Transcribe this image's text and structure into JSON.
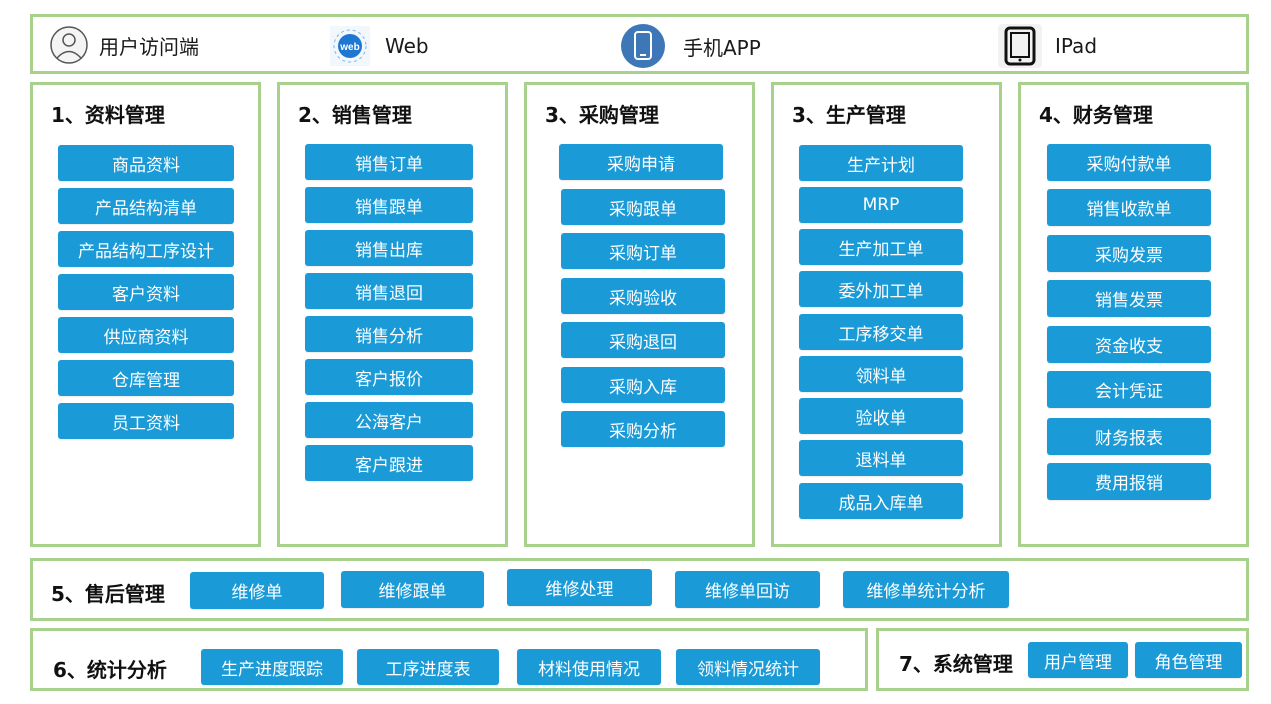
{
  "header": {
    "items": [
      {
        "label": "用户访问端",
        "icon": "user-avatar-icon"
      },
      {
        "label": "Web",
        "icon": "web-globe-icon"
      },
      {
        "label": "手机APP",
        "icon": "mobile-phone-icon"
      },
      {
        "label": "IPad",
        "icon": "tablet-icon"
      }
    ]
  },
  "modules": [
    {
      "title": "1、资料管理",
      "items": [
        "商品资料",
        "产品结构清单",
        "产品结构工序设计",
        "客户资料",
        "供应商资料",
        "仓库管理",
        "员工资料"
      ]
    },
    {
      "title": "2、销售管理",
      "items": [
        "销售订单",
        "销售跟单",
        "销售出库",
        "销售退回",
        "销售分析",
        "客户报价",
        "公海客户",
        "客户跟进"
      ]
    },
    {
      "title": "3、采购管理",
      "items": [
        "采购申请",
        "采购跟单",
        "采购订单",
        "采购验收",
        "采购退回",
        "采购入库",
        "采购分析"
      ]
    },
    {
      "title": "3、生产管理",
      "items": [
        "生产计划",
        "MRP",
        "生产加工单",
        "委外加工单",
        "工序移交单",
        "领料单",
        "验收单",
        "退料单",
        "成品入库单"
      ]
    },
    {
      "title": "4、财务管理",
      "items": [
        "采购付款单",
        "销售收款单",
        "采购发票",
        "销售发票",
        "资金收支",
        "会计凭证",
        "财务报表",
        "费用报销"
      ]
    }
  ],
  "aftersales": {
    "title": "5、售后管理",
    "items": [
      "维修单",
      "维修跟单",
      "维修处理",
      "维修单回访",
      "维修单统计分析"
    ]
  },
  "statistics": {
    "title": "6、统计分析",
    "items": [
      "生产进度跟踪",
      "工序进度表",
      "材料使用情况",
      "领料情况统计"
    ]
  },
  "system": {
    "title": "7、系统管理",
    "items": [
      "用户管理",
      "角色管理"
    ]
  },
  "colors": {
    "border": "#a9d18e",
    "button": "#1a9bd7",
    "button_text": "#ffffff"
  }
}
